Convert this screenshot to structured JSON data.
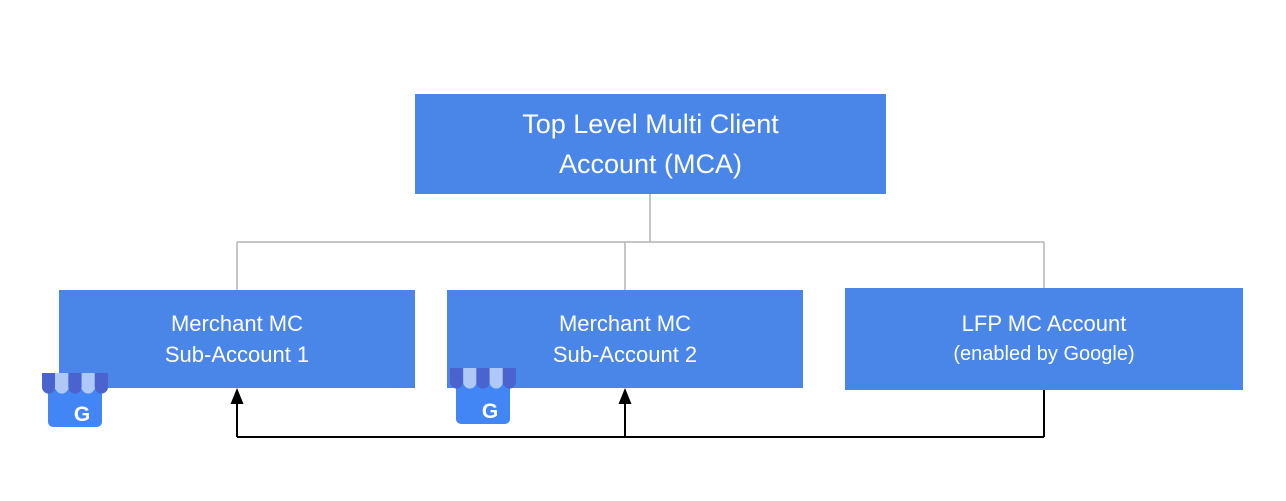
{
  "diagram": {
    "nodes": {
      "top": {
        "line1": "Top Level Multi Client",
        "line2": "Account (MCA)"
      },
      "sub1": {
        "line1": "Merchant MC",
        "line2": "Sub-Account 1"
      },
      "sub2": {
        "line1": "Merchant MC",
        "line2": "Sub-Account 2"
      },
      "lfp": {
        "line1": "LFP MC Account",
        "line2": "(enabled by Google)"
      }
    },
    "icons": {
      "business_profile": "google-business-profile-storefront",
      "g_letter": "G"
    },
    "colors": {
      "node_fill": "#4a86e8",
      "node_text": "#ffffff",
      "tree_connector": "#b3b3b3",
      "feedback_arrow": "#000000",
      "awning_dark": "#4a63cf",
      "awning_light": "#aec9f8",
      "storefront_body": "#4285f4"
    }
  }
}
